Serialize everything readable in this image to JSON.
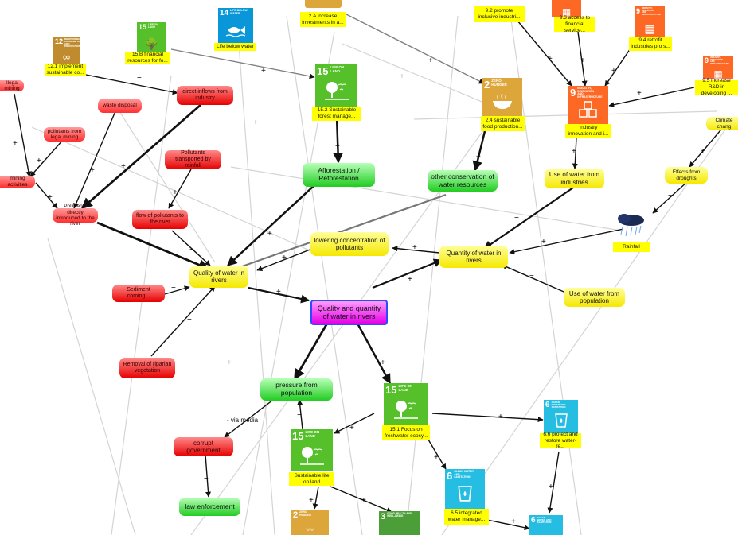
{
  "colors": {
    "sdg2": "#dda63a",
    "sdg3": "#4c9f38",
    "sdg6": "#26bde2",
    "sdg9": "#fd6925",
    "sdg12": "#bf8b2e",
    "sdg14": "#0a97d9",
    "sdg15": "#56c02b"
  },
  "nodes": {
    "quality_quantity": "Quality and quantity of water in rivers",
    "quality": "Quality of water in rivers",
    "quantity": "Quantity of water in rivers",
    "lowering": "lowering concentration of pollutants",
    "use_industries": "Use of water from industries",
    "use_population": "Use of water from population",
    "effects_droughts": "Effects from droughts",
    "climate_change": "Climate chang",
    "rainfall": "Rainfall",
    "afforestation": "Afforestation / Reforestation",
    "conservation": "other conservation of water resources",
    "pressure": "pressure from population",
    "law": "law enforcement",
    "corrupt": "corrupt government",
    "removal": "Removal of riparian vegetation",
    "sediment": "Sediment coming...",
    "flow_pollutants": "flow of pollutants to the river",
    "transported": "Pollutants transported by rainfall",
    "direct_inflows": "direct inflows from industry",
    "waste_disposal": "waste disposal",
    "pollutants_legal": "pollutants from legal mining",
    "mining": "mining activities",
    "pollutants_directly": "Pollutants directly introduced to the river",
    "edge_top_left": "illegal mining"
  },
  "sdgs": {
    "s12": {
      "num": "12",
      "cap": "RESPONSIBLE CONSUMPTION AND PRODUCTION",
      "label": "12.1 implement sustainable co..."
    },
    "s15b": {
      "num": "15",
      "cap": "LIFE ON LAND",
      "label": "15.B financial resources for fo..."
    },
    "s14": {
      "num": "14",
      "cap": "LIFE BELOW WATER",
      "label": "Life below water"
    },
    "s2a": {
      "label": "2.A increase investments in a..."
    },
    "s152": {
      "num": "15",
      "cap": "LIFE ON LAND",
      "label": "15.2 Sustainable forest manage..."
    },
    "s24": {
      "num": "2",
      "cap": "ZERO HUNGER",
      "label": "2.4 sustainable food production..."
    },
    "s92": {
      "label": "9.2 promote inclusive industri..."
    },
    "s93": {
      "label": "9.3 access to financial service..."
    },
    "s94": {
      "num": "9",
      "cap": "INDUSTRY, INNOVATION AND INFRASTRUCTURE",
      "label": "9.4 retrofit industries pro s..."
    },
    "s95": {
      "num": "9",
      "cap": "INDUSTRY, INNOVATION AND INFRASTRUCTURE",
      "label": "9.5 increase R&D in developing ..."
    },
    "s9": {
      "num": "9",
      "cap": "INDUSTRY, INNOVATION AND INFRASTRUCTURE",
      "label": "Industry innovation and i..."
    },
    "s151": {
      "num": "15",
      "cap": "LIFE ON LAND",
      "label": "15.1 Focus on freshwater ecosy..."
    },
    "s66": {
      "num": "6",
      "cap": "CLEAN WATER AND SANITATION",
      "label": "6.6 protect and restore water-re..."
    },
    "s15land": {
      "num": "15",
      "cap": "LIFE ON LAND",
      "label": "Sustainable life on land"
    },
    "s65": {
      "num": "6",
      "cap": "CLEAN WATER AND SANITATION",
      "label": "6.5 integrated water manage..."
    },
    "s2b": {
      "num": "2",
      "cap": "ZERO HUNGER"
    },
    "s3": {
      "num": "3",
      "cap": "GOOD HEALTH AND WELL-BEING"
    },
    "s6b": {
      "num": "6",
      "cap": "CLEAN WATER AND SANITATION"
    }
  },
  "annotations": {
    "via_media": "- via media"
  },
  "signs": {
    "plus": "+",
    "minus": "−",
    "dots": "..."
  }
}
